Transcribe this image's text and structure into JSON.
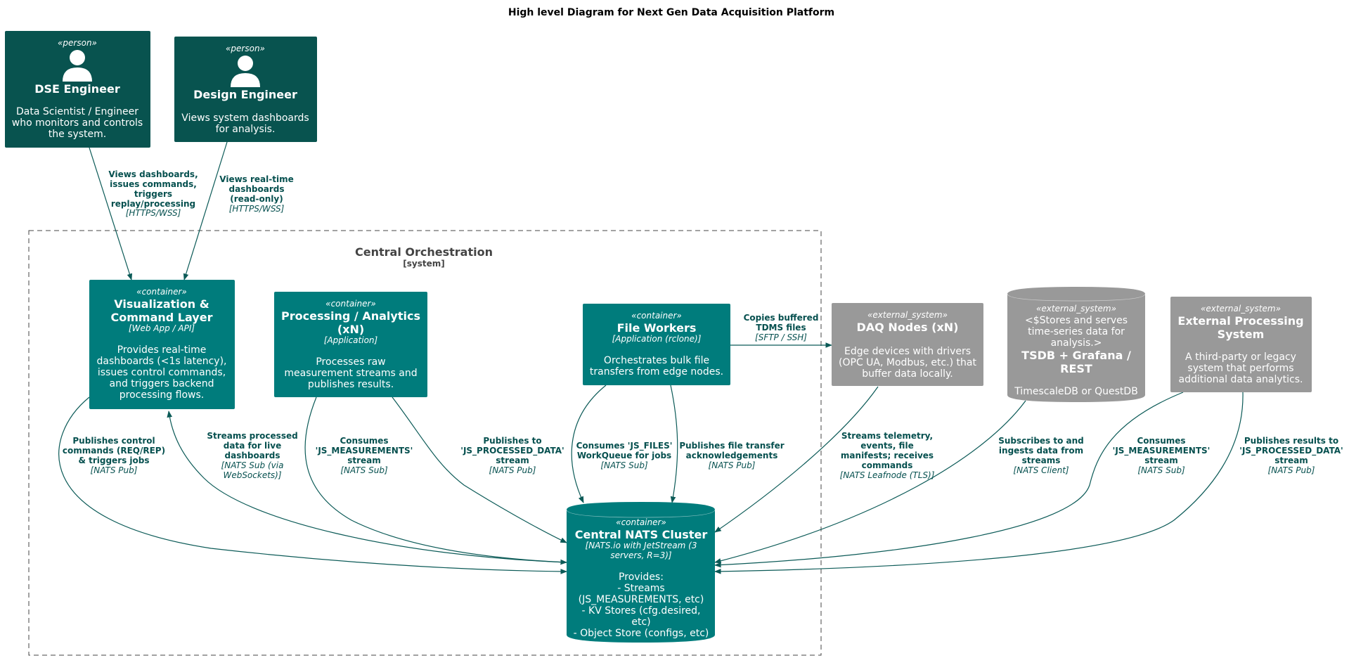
{
  "title": "High level Diagram for Next Gen Data Acquisition Platform",
  "boundary": {
    "title": "Central Orchestration",
    "subtitle": "[system]"
  },
  "nodes": {
    "dse": {
      "stereotype": "«person»",
      "title": [
        "DSE Engineer"
      ],
      "tech": "",
      "desc": [
        "Data Scientist / Engineer",
        "who monitors and controls",
        "the system."
      ]
    },
    "design": {
      "stereotype": "«person»",
      "title": [
        "Design Engineer"
      ],
      "tech": "",
      "desc": [
        "Views system dashboards",
        "for analysis."
      ]
    },
    "vis": {
      "stereotype": "«container»",
      "title": [
        "Visualization &",
        "Command Layer"
      ],
      "tech": "[Web App / API]",
      "desc": [
        "Provides real-time",
        "dashboards (<1s latency),",
        "issues control commands,",
        "and triggers backend",
        "processing flows."
      ]
    },
    "proc": {
      "stereotype": "«container»",
      "title": [
        "Processing / Analytics",
        "(xN)"
      ],
      "tech": "[Application]",
      "desc": [
        "Processes raw",
        "measurement streams and",
        "publishes results."
      ]
    },
    "files": {
      "stereotype": "«container»",
      "title": [
        "File Workers"
      ],
      "tech": "[Application (rclone)]",
      "desc": [
        "Orchestrates bulk file",
        "transfers from edge nodes."
      ]
    },
    "daq": {
      "stereotype": "«external_system»",
      "title": [
        "DAQ Nodes (xN)"
      ],
      "tech": "",
      "desc": [
        "Edge devices with drivers",
        "(OPC UA, Modbus, etc.) that",
        "buffer data locally."
      ]
    },
    "tsdb": {
      "stereotype": "«external_system»",
      "pre": [
        "<$Stores and serves",
        "time-series data for",
        "analysis.>"
      ],
      "title": [
        "TSDB + Grafana /",
        "REST"
      ],
      "tech": "",
      "desc": [
        "TimescaleDB or QuestDB"
      ]
    },
    "ext": {
      "stereotype": "«external_system»",
      "title": [
        "External Processing",
        "System"
      ],
      "tech": "",
      "desc": [
        "A third-party or legacy",
        "system that performs",
        "additional data analytics."
      ]
    },
    "nats": {
      "stereotype": "«container»",
      "title": [
        "Central NATS Cluster"
      ],
      "tech": [
        "[NATS.io with JetStream (3",
        "servers, R=3)]"
      ],
      "desc": [
        "Provides:",
        "- Streams",
        "(JS_MEASUREMENTS, etc)",
        "- KV Stores (cfg.desired,",
        "etc)",
        "- Object Store (configs, etc)"
      ]
    }
  },
  "edges": [
    {
      "id": "dse-vis",
      "label": [
        "Views dashboards,",
        "issues commands,",
        "triggers",
        "replay/processing"
      ],
      "tech": "[HTTPS/WSS]"
    },
    {
      "id": "design-vis",
      "label": [
        "Views real-time",
        "dashboards",
        "(read-only)"
      ],
      "tech": "[HTTPS/WSS]"
    },
    {
      "id": "vis-nats",
      "label": [
        "Publishes control",
        "commands (REQ/REP)",
        "& triggers jobs"
      ],
      "tech": "[NATS Pub]"
    },
    {
      "id": "nats-vis",
      "label": [
        "Streams processed",
        "data for live",
        "dashboards"
      ],
      "tech": [
        "[NATS Sub (via",
        "WebSockets)]"
      ]
    },
    {
      "id": "proc-cons",
      "label": [
        "Consumes",
        "'JS_MEASUREMENTS'",
        "stream"
      ],
      "tech": "[NATS Sub]"
    },
    {
      "id": "proc-pub",
      "label": [
        "Publishes to",
        "'JS_PROCESSED_DATA'",
        "stream"
      ],
      "tech": "[NATS Pub]"
    },
    {
      "id": "files-cons",
      "label": [
        "Consumes 'JS_FILES'",
        "WorkQueue for jobs"
      ],
      "tech": "[NATS Sub]"
    },
    {
      "id": "files-pub",
      "label": [
        "Publishes file transfer",
        "acknowledgements"
      ],
      "tech": "[NATS Pub]"
    },
    {
      "id": "files-daq",
      "label": [
        "Copies buffered",
        "TDMS files"
      ],
      "tech": "[SFTP / SSH]"
    },
    {
      "id": "daq-nats",
      "label": [
        "Streams telemetry,",
        "events, file",
        "manifests; receives",
        "commands"
      ],
      "tech": "[NATS Leafnode (TLS)]"
    },
    {
      "id": "tsdb-nats",
      "label": [
        "Subscribes to and",
        "ingests data from",
        "streams"
      ],
      "tech": "[NATS Client]"
    },
    {
      "id": "ext-cons",
      "label": [
        "Consumes",
        "'JS_MEASUREMENTS'",
        "stream"
      ],
      "tech": "[NATS Sub]"
    },
    {
      "id": "ext-pub",
      "label": [
        "Publishes results to",
        "'JS_PROCESSED_DATA'",
        "stream"
      ],
      "tech": "[NATS Pub]"
    }
  ],
  "colors": {
    "person": "#08534f",
    "container": "#007c7c",
    "external": "#999999",
    "edge": "#0b5a57",
    "boundary": "#444444"
  },
  "icons": {
    "person": "person-icon"
  }
}
